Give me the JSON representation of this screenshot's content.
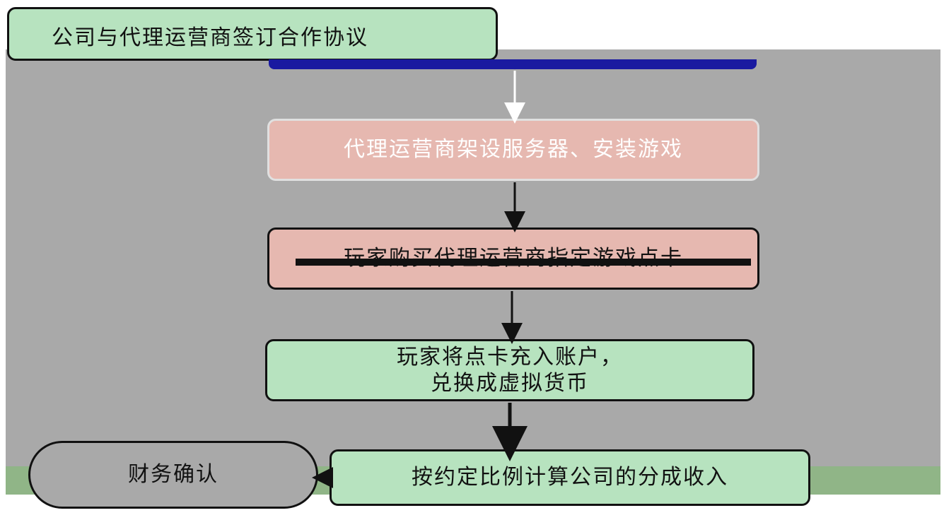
{
  "steps": [
    {
      "text": "公司与代理运营商签订合作协议"
    },
    {
      "text": "代理运营商架设服务器、安装游戏"
    },
    {
      "text": "玩家购买代理运营商指定游戏点卡"
    },
    {
      "text": "玩家将点卡充入账户，\n兑换成虚拟货币"
    },
    {
      "text": "按约定比例计算公司的分成收入"
    },
    {
      "text": "财务确认"
    }
  ],
  "colors": {
    "green_box": "#b7e3bf",
    "pink_box": "#e6b8b0",
    "background_band": "#a9a9a9"
  }
}
